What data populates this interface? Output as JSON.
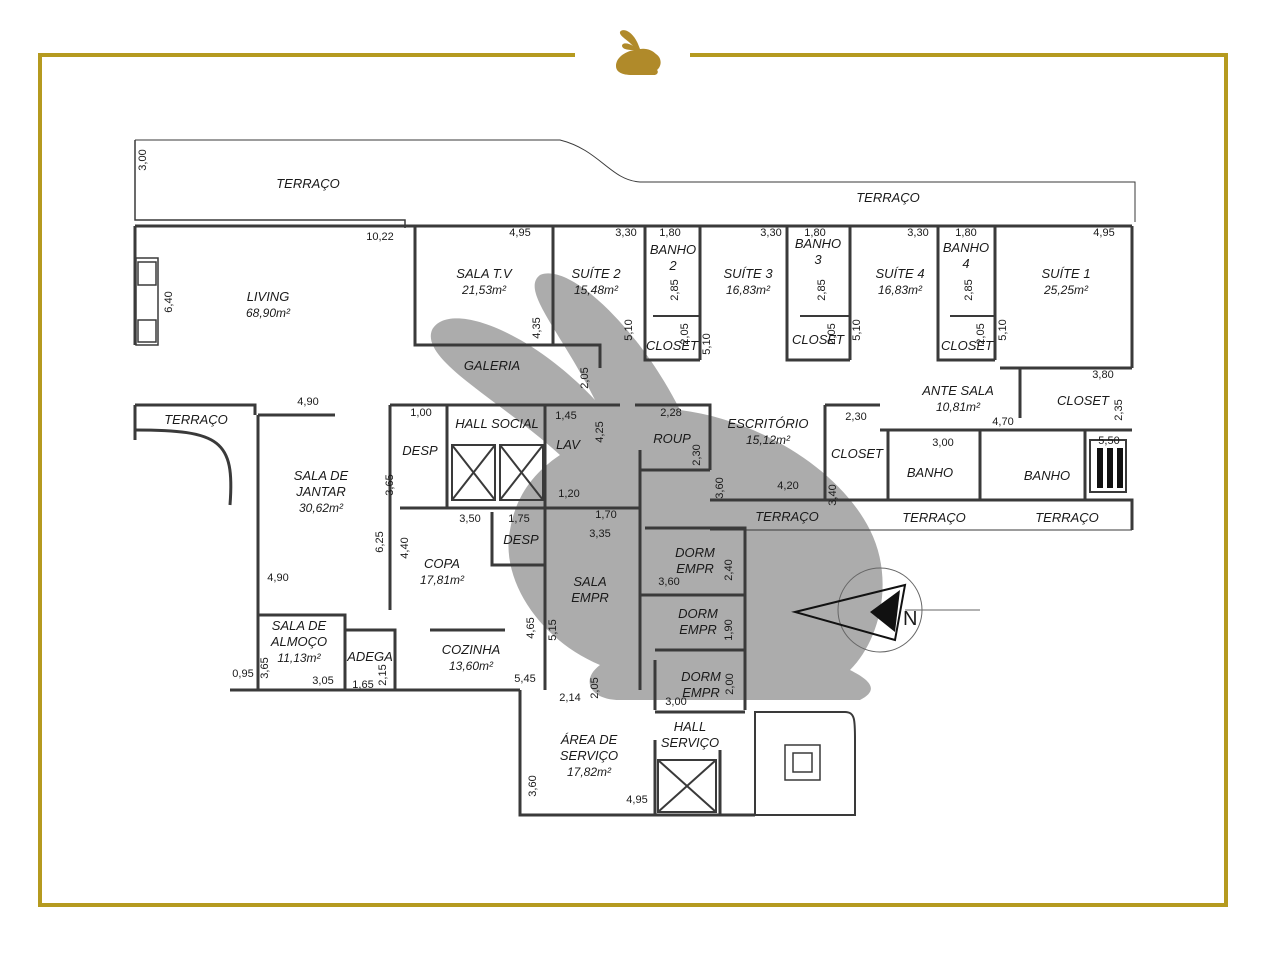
{
  "colors": {
    "frame": "#b59a1f",
    "logo": "#b08a2a",
    "wall": "#3a3a3a",
    "watermark": "#9e9e9e"
  },
  "logo": {
    "icon": "rabbit-icon"
  },
  "compass": {
    "icon": "north-arrow-icon",
    "label": "N"
  },
  "rooms": [
    {
      "id": "terraco-top-left",
      "name": "TERRAÇO",
      "area": ""
    },
    {
      "id": "terraco-top-right",
      "name": "TERRAÇO",
      "area": ""
    },
    {
      "id": "living",
      "name": "LIVING",
      "area": "68,90m²"
    },
    {
      "id": "sala-tv",
      "name": "SALA T.V",
      "area": "21,53m²"
    },
    {
      "id": "suite-2",
      "name": "SUÍTE 2",
      "area": "15,48m²"
    },
    {
      "id": "banho-2",
      "name": "BANHO",
      "sub": "2"
    },
    {
      "id": "suite-3",
      "name": "SUÍTE 3",
      "area": "16,83m²"
    },
    {
      "id": "banho-3",
      "name": "BANHO",
      "sub": "3"
    },
    {
      "id": "suite-4",
      "name": "SUÍTE 4",
      "area": "16,83m²"
    },
    {
      "id": "banho-4",
      "name": "BANHO",
      "sub": "4"
    },
    {
      "id": "suite-1",
      "name": "SUÍTE 1",
      "area": "25,25m²"
    },
    {
      "id": "closet-2",
      "name": "CLOSET",
      "area": ""
    },
    {
      "id": "closet-3",
      "name": "CLOSET",
      "area": ""
    },
    {
      "id": "closet-4",
      "name": "CLOSET",
      "area": ""
    },
    {
      "id": "galeria",
      "name": "GALERIA",
      "area": ""
    },
    {
      "id": "ante-sala",
      "name": "ANTE SALA",
      "area": "10,81m²"
    },
    {
      "id": "closet-1",
      "name": "CLOSET",
      "area": ""
    },
    {
      "id": "closet-1b",
      "name": "CLOSET",
      "area": ""
    },
    {
      "id": "terraco-left",
      "name": "TERRAÇO",
      "area": ""
    },
    {
      "id": "desp-1",
      "name": "DESP",
      "area": ""
    },
    {
      "id": "hall-social",
      "name": "HALL SOCIAL",
      "area": ""
    },
    {
      "id": "lav",
      "name": "LAV",
      "area": ""
    },
    {
      "id": "roup",
      "name": "ROUP",
      "area": ""
    },
    {
      "id": "escritorio",
      "name": "ESCRITÓRIO",
      "area": "15,12m²"
    },
    {
      "id": "banho-master-a",
      "name": "BANHO",
      "area": ""
    },
    {
      "id": "banho-master-b",
      "name": "BANHO",
      "area": ""
    },
    {
      "id": "sala-jantar",
      "name": "SALA DE",
      "name2": "JANTAR",
      "area": "30,62m²"
    },
    {
      "id": "terraco-mid",
      "name": "TERRAÇO",
      "area": ""
    },
    {
      "id": "terraco-mid2",
      "name": "TERRAÇO",
      "area": ""
    },
    {
      "id": "terraco-mid3",
      "name": "TERRAÇO",
      "area": ""
    },
    {
      "id": "desp-2",
      "name": "DESP",
      "area": ""
    },
    {
      "id": "copa",
      "name": "COPA",
      "area": "17,81m²"
    },
    {
      "id": "sala-empr",
      "name": "SALA",
      "name2": "EMPR",
      "area": ""
    },
    {
      "id": "dorm-empr-1",
      "name": "DORM",
      "name2": "EMPR",
      "area": ""
    },
    {
      "id": "dorm-empr-2",
      "name": "DORM",
      "name2": "EMPR",
      "area": ""
    },
    {
      "id": "dorm-empr-3",
      "name": "DORM",
      "name2": "EMPR",
      "area": ""
    },
    {
      "id": "sala-almoco",
      "name": "SALA DE",
      "name2": "ALMOÇO",
      "area": "11,13m²"
    },
    {
      "id": "adega",
      "name": "ADEGA",
      "area": ""
    },
    {
      "id": "cozinha",
      "name": "COZINHA",
      "area": "13,60m²"
    },
    {
      "id": "hall-servico",
      "name": "HALL",
      "name2": "SERVIÇO",
      "area": ""
    },
    {
      "id": "area-servico",
      "name": "ÁREA DE",
      "name2": "SERVIÇO",
      "area": "17,82m²"
    }
  ],
  "dimensions": [
    "3,00",
    "10,22",
    "4,95",
    "3,30",
    "1,80",
    "3,30",
    "1,80",
    "3,30",
    "1,80",
    "4,95",
    "6,40",
    "2,85",
    "2,85",
    "2,85",
    "2,05",
    "2,05",
    "2,05",
    "5,10",
    "5,10",
    "5,10",
    "5,10",
    "4,35",
    "2,05",
    "3,80",
    "2,35",
    "4,70",
    "2,30",
    "4,90",
    "1,00",
    "1,45",
    "4,25",
    "2,28",
    "2,30",
    "3,00",
    "5,50",
    "3,65",
    "1,20",
    "1,70",
    "3,60",
    "4,20",
    "3,40",
    "3,50",
    "1,75",
    "3,35",
    "6,25",
    "4,40",
    "2,40",
    "3,60",
    "4,90",
    "1,90",
    "4,65",
    "5,15",
    "3,65",
    "3,05",
    "0,95",
    "1,65",
    "2,15",
    "5,45",
    "2,05",
    "2,14",
    "2,00",
    "3,00",
    "3,60",
    "4,95"
  ]
}
